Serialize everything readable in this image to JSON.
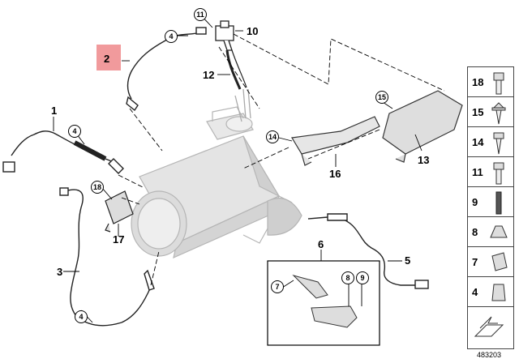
{
  "callouts": {
    "c1": "1",
    "c2": "2",
    "c3": "3",
    "c4a": "4",
    "c4b": "4",
    "c4c": "4",
    "c5": "5",
    "c6": "6",
    "c7": "7",
    "c8": "8",
    "c9": "9",
    "c10": "10",
    "c11": "11",
    "c12": "12",
    "c13": "13",
    "c14": "14",
    "c15": "15",
    "c16": "16",
    "c17": "17",
    "c18": "18"
  },
  "legend": [
    "18",
    "15",
    "14",
    "11",
    "9",
    "8",
    "7",
    "4"
  ],
  "reference": "483203",
  "colors": {
    "highlight": "#f19a9c",
    "part_fill": "#e2e2e2",
    "line": "#000000"
  }
}
